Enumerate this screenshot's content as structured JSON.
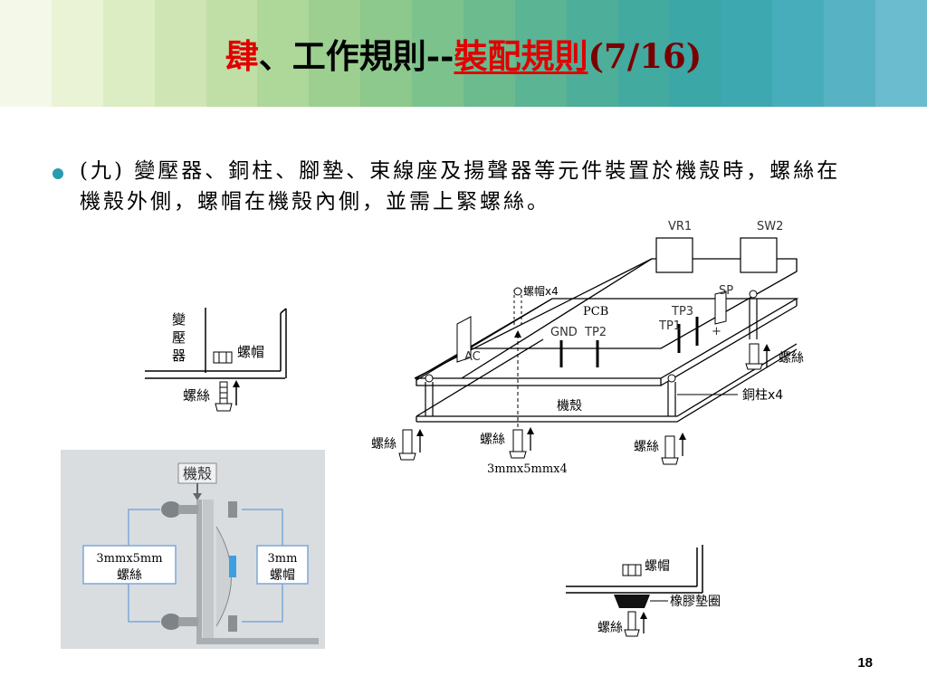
{
  "header": {
    "banner_colors": [
      "#f4f8e8",
      "#eaf3d6",
      "#dcedc3",
      "#cfe6b4",
      "#c0dfa6",
      "#aed79a",
      "#9ccf90",
      "#8dc88c",
      "#7cc28c",
      "#6bbb8f",
      "#5bb494",
      "#4dae99",
      "#43aa9f",
      "#3ba7a6",
      "#3ea8b0",
      "#48adbb",
      "#57b3c4",
      "#6bbcce"
    ],
    "title_prefix": "肆",
    "title_mid": "、工作規則--",
    "title_link": "裝配規則",
    "title_page": "(7/16)"
  },
  "body": {
    "text": "(九) 變壓器、銅柱、腳墊、束線座及揚聲器等元件裝置於機殼時，螺絲在機殼外側，螺帽在機殼內側，並需上緊螺絲。"
  },
  "fig_transformer": {
    "label": [
      "變",
      "壓",
      "器"
    ],
    "nut": "螺帽",
    "screw": "螺絲"
  },
  "fig_chassis_photo": {
    "chassis": "機殼",
    "screw_size": "3mmx5mm",
    "screw": "螺絲",
    "nut_size": "3mm",
    "nut": "螺帽"
  },
  "fig_pcb": {
    "vr1": "VR1",
    "sw2": "SW2",
    "sp": "SP",
    "nut_x4": "螺帽x4",
    "pcb": "PCB",
    "tp3": "TP3",
    "tp1": "TP1",
    "gnd": "GND",
    "tp2": "TP2",
    "ac": "AC",
    "screw": "螺絲",
    "standoff": "銅柱x4",
    "chassis": "機殼",
    "screw_spec": "3mmx5mmx4",
    "plus": "+"
  },
  "fig_rubber": {
    "nut": "螺帽",
    "pad": "橡膠墊圈",
    "screw": "螺絲"
  },
  "footer": {
    "page": "18"
  }
}
